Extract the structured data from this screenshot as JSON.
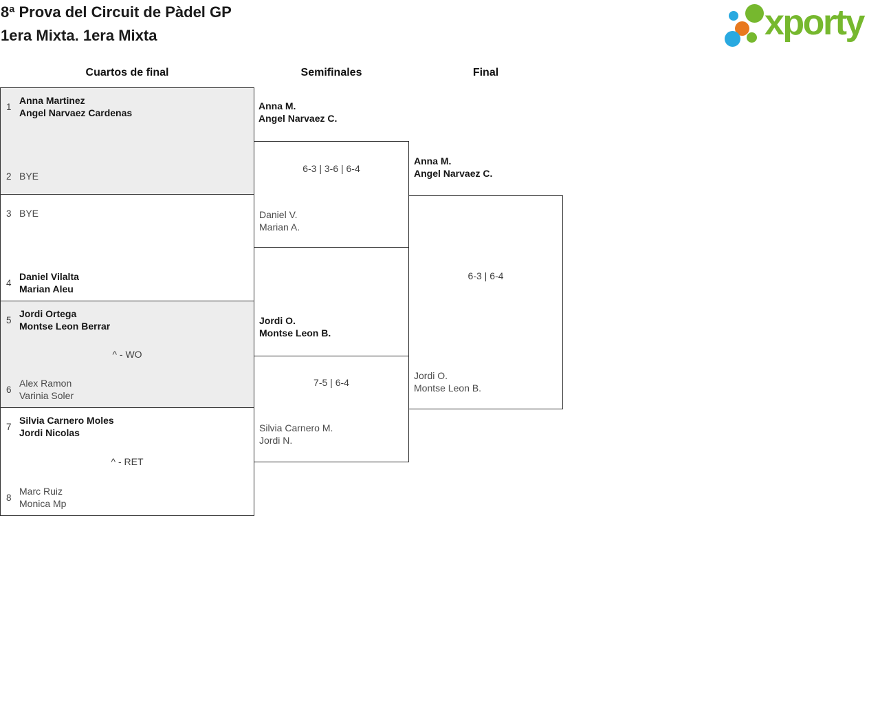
{
  "header": {
    "title_line1": "8ª Prova del Circuit de Pàdel GP",
    "title_line2": "1era Mixta. 1era Mixta",
    "logo": {
      "wordmark": "xporty",
      "colors": {
        "green": "#76b82e",
        "blue": "#29a9e0",
        "orange": "#e8791e"
      }
    }
  },
  "round_headers": {
    "quarterfinals": "Cuartos de final",
    "semifinals": "Semifinales",
    "final": "Final"
  },
  "quarterfinals": [
    {
      "top_seed": "1",
      "top_name_line1": "Anna Martinez",
      "top_name_line2": "Angel Narvaez Cardenas",
      "score": "",
      "bottom_seed": "2",
      "bottom_name_line1": "BYE"
    },
    {
      "top_seed": "3",
      "top_name_line1": "BYE",
      "score": "",
      "bottom_seed": "4",
      "bottom_name_line1": "Daniel Vilalta",
      "bottom_name_line2": "Marian Aleu"
    },
    {
      "top_seed": "5",
      "top_name_line1": "Jordi Ortega",
      "top_name_line2": "Montse Leon Berrar",
      "score": "^ - WO",
      "bottom_seed": "6",
      "bottom_name_line1": "Alex Ramon",
      "bottom_name_line2": "Varinia Soler"
    },
    {
      "top_seed": "7",
      "top_name_line1": "Silvia Carnero Moles",
      "top_name_line2": "Jordi Nicolas",
      "score": "^ - RET",
      "bottom_seed": "8",
      "bottom_name_line1": "Marc Ruiz",
      "bottom_name_line2": "Monica Mp"
    }
  ],
  "semifinals": [
    {
      "top_name_line1": "Anna M.",
      "top_name_line2": "Angel Narvaez C.",
      "score": "6-3 | 3-6 | 6-4",
      "bottom_name_line1": "Daniel V.",
      "bottom_name_line2": "Marian A."
    },
    {
      "top_name_line1": "Jordi O.",
      "top_name_line2": "Montse Leon B.",
      "score": "7-5 | 6-4",
      "bottom_name_line1": "Silvia Carnero M.",
      "bottom_name_line2": "Jordi N."
    }
  ],
  "final": {
    "top_name_line1": "Anna M.",
    "top_name_line2": "Angel Narvaez C.",
    "score": "6-3 | 6-4",
    "bottom_name_line1": "Jordi O.",
    "bottom_name_line2": "Montse Leon B."
  }
}
